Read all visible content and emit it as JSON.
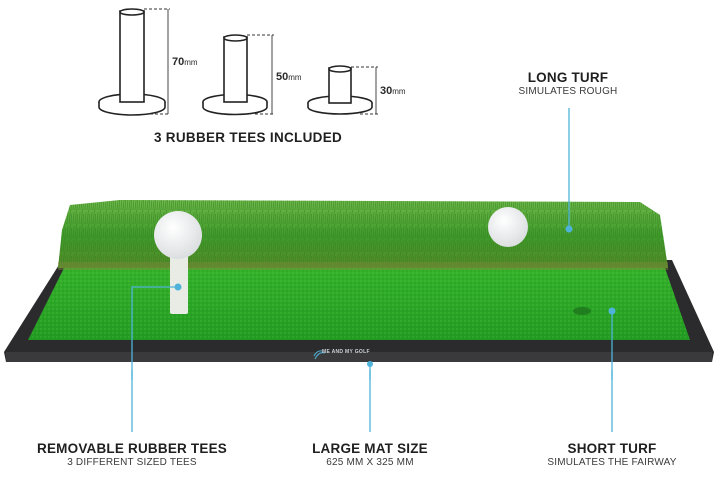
{
  "tees": {
    "caption": "3 RUBBER TEES INCLUDED",
    "items": [
      {
        "height_value": "70",
        "unit": "mm"
      },
      {
        "height_value": "50",
        "unit": "mm"
      },
      {
        "height_value": "30",
        "unit": "mm"
      }
    ]
  },
  "callouts": {
    "long_turf": {
      "title": "LONG TURF",
      "subtitle": "SIMULATES ROUGH"
    },
    "removable_tees": {
      "title": "REMOVABLE RUBBER TEES",
      "subtitle": "3 DIFFERENT SIZED TEES"
    },
    "mat_size": {
      "title": "LARGE MAT SIZE",
      "subtitle": "625 MM X 325 MM"
    },
    "short_turf": {
      "title": "SHORT TURF",
      "subtitle": "SIMULATES THE FAIRWAY"
    }
  },
  "mat": {
    "brand_text": "ME AND MY GOLF"
  },
  "colors": {
    "callout_line": "#4fb3d9",
    "long_turf": "#3f9a2a",
    "short_turf": "#2fb52a",
    "mat_base": "#2b2b2d",
    "text": "#1f1f1f"
  }
}
